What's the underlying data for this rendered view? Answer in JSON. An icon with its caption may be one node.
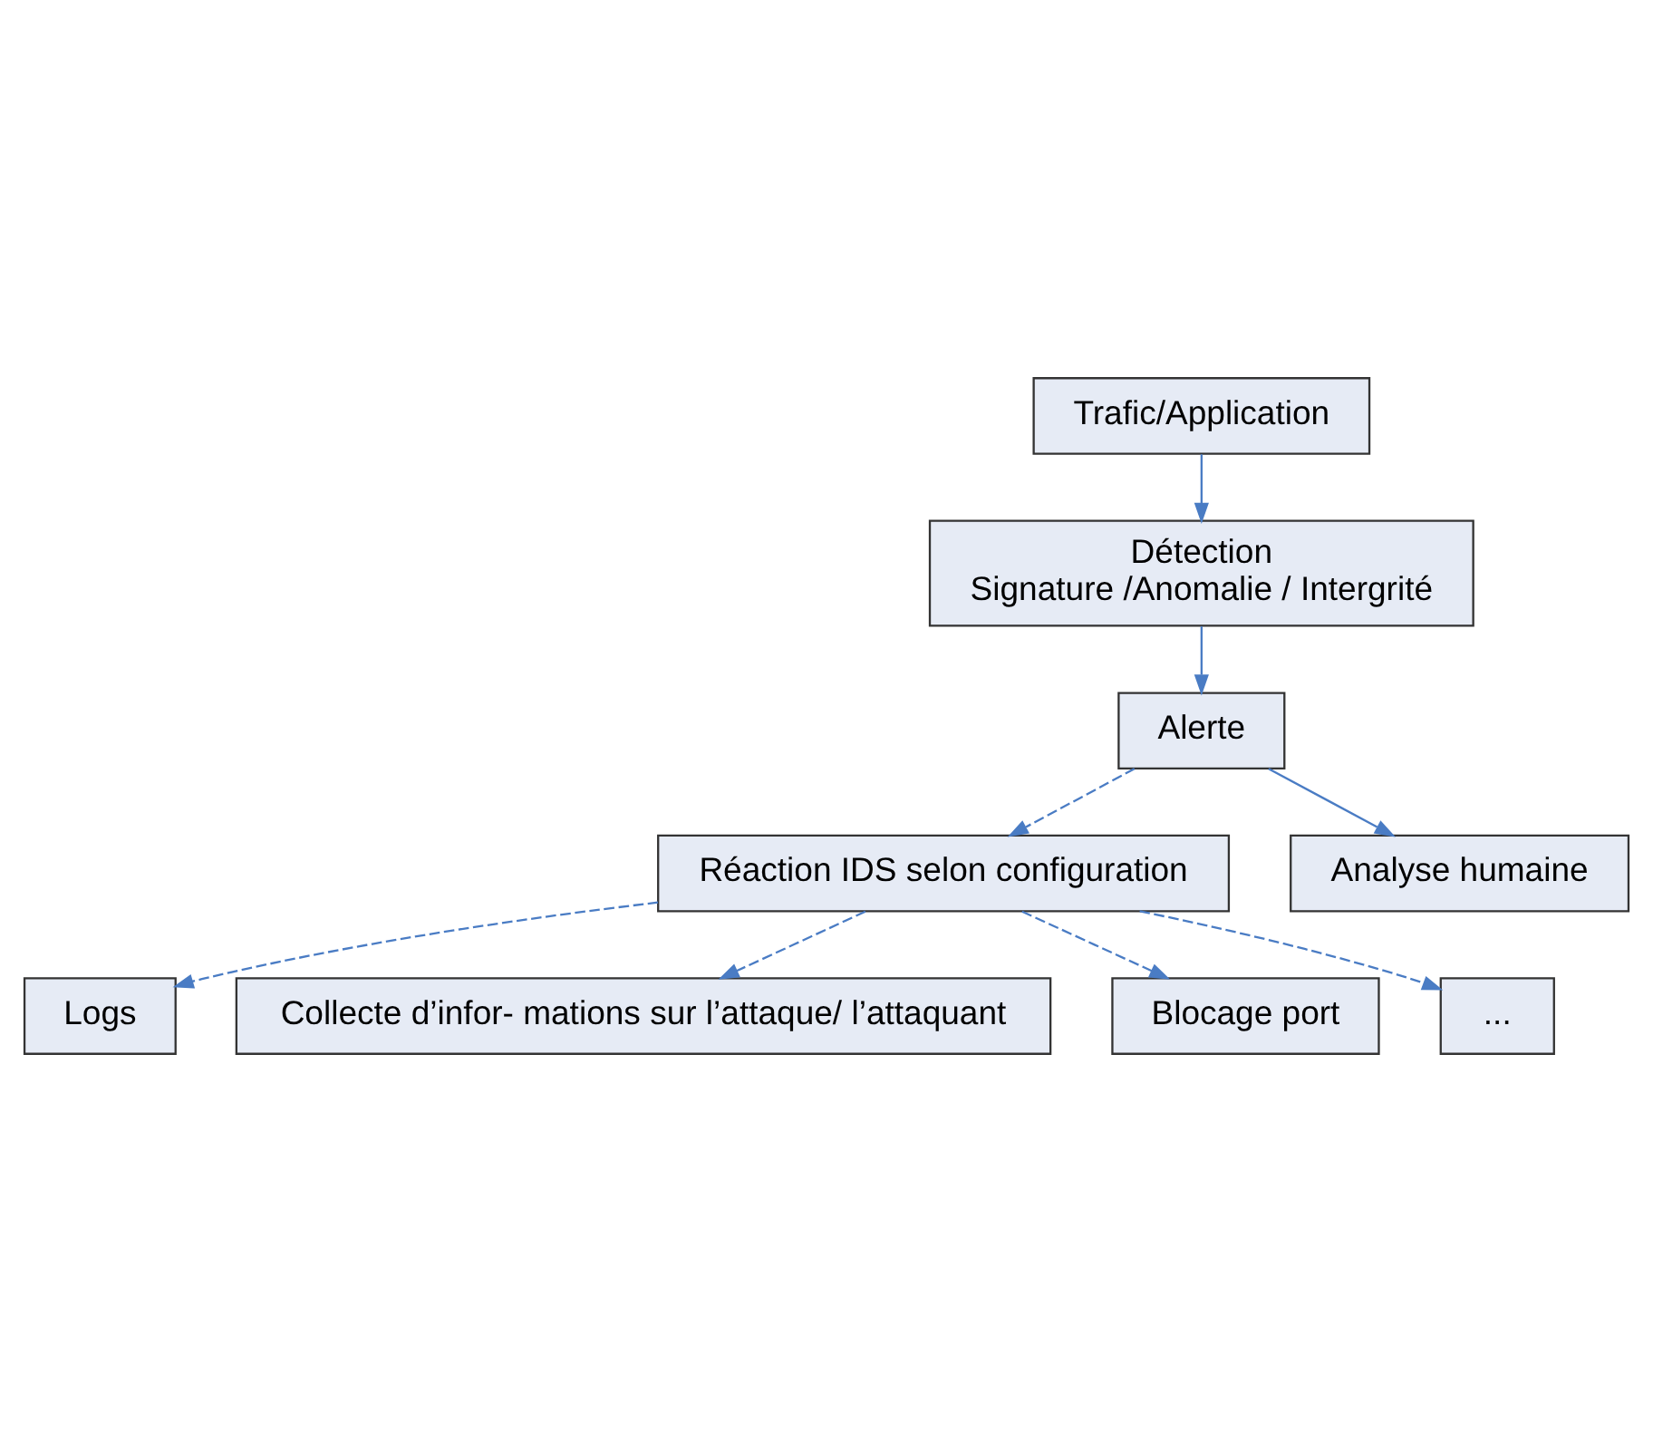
{
  "diagram": {
    "nodes": [
      {
        "text": [
          "Trafic/Application"
        ]
      },
      {
        "text": [
          "Détection",
          "Signature /Anomalie / Intergrité"
        ]
      },
      {
        "text": [
          "Alerte"
        ]
      },
      {
        "text": [
          "Réaction IDS selon configuration"
        ]
      },
      {
        "text": [
          "Analyse humaine"
        ]
      },
      {
        "text": [
          "Logs"
        ]
      },
      {
        "text": [
          "Collecte d’infor- mations sur l’attaque/ l’attaquant"
        ]
      },
      {
        "text": [
          "Blocage port"
        ]
      },
      {
        "text": [
          "..."
        ]
      }
    ],
    "edges": [
      {
        "from": 0,
        "to": 1,
        "arrow": "to"
      },
      {
        "from": 1,
        "to": 2,
        "arrow": "to"
      },
      {
        "from": 2,
        "to": 3,
        "arrow": "to",
        "style": "dashed"
      },
      {
        "from": 2,
        "to": 4,
        "arrow": "to"
      },
      {
        "from": 3,
        "to": 5,
        "arrow": "to",
        "style": "dashed"
      },
      {
        "from": 3,
        "to": 6,
        "arrow": "to",
        "style": "dashed"
      },
      {
        "from": 3,
        "to": 7,
        "arrow": "to",
        "style": "dashed"
      },
      {
        "from": 3,
        "to": 8,
        "arrow": "to",
        "style": "dashed"
      }
    ]
  }
}
